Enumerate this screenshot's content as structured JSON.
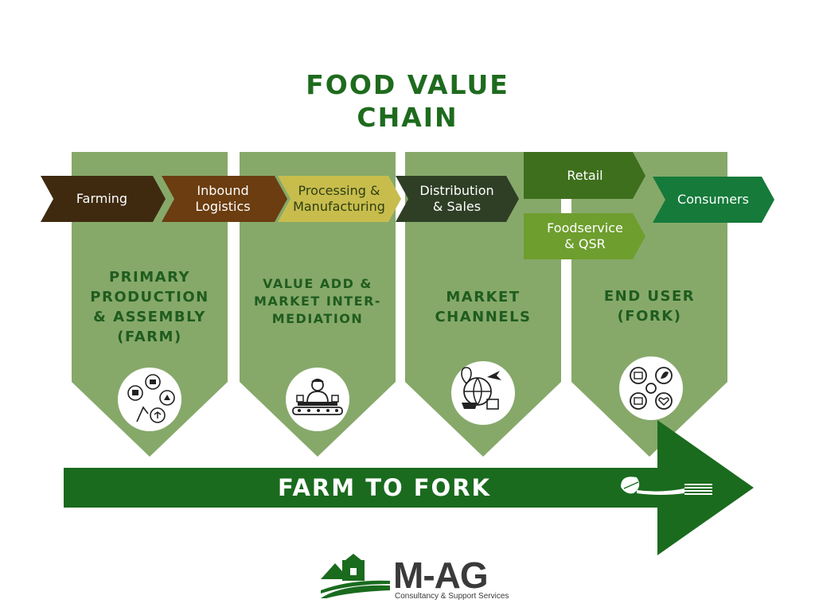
{
  "title": {
    "line1": "FOOD VALUE",
    "line2": "CHAIN"
  },
  "colors": {
    "column": "#86a96a",
    "dark_green": "#1a6b1e",
    "farming": "#3f2a10",
    "inbound": "#6b3d10",
    "processing": "#c8bd4c",
    "distribution": "#2f3f26",
    "retail": "#3e6f1c",
    "foodservice": "#6e9e2e",
    "consumers": "#157a3a"
  },
  "steps": {
    "farming": {
      "lines": [
        "Farming"
      ]
    },
    "inbound": {
      "lines": [
        "Inbound",
        "Logistics"
      ]
    },
    "processing": {
      "lines": [
        "Processing &",
        "Manufacturing"
      ]
    },
    "distribution": {
      "lines": [
        "Distribution",
        "& Sales"
      ]
    },
    "retail": {
      "lines": [
        "Retail"
      ]
    },
    "foodservice": {
      "lines": [
        "Foodservice",
        "& QSR"
      ]
    },
    "consumers": {
      "lines": [
        "Consumers"
      ]
    }
  },
  "columns": {
    "farm": {
      "lines": [
        "PRIMARY",
        "PRODUCTION",
        "& ASSEMBLY",
        "(FARM)"
      ],
      "icon": "farm-icon"
    },
    "value": {
      "lines": [
        "VALUE ADD &",
        "MARKET INTER-",
        "MEDIATION"
      ],
      "icon": "conveyor-worker-icon"
    },
    "market": {
      "lines": [
        "MARKET",
        "CHANNELS"
      ],
      "icon": "global-shipping-icon"
    },
    "fork": {
      "lines": [
        "END USER",
        "(FORK)"
      ],
      "icon": "consumer-food-icon"
    }
  },
  "banner": {
    "label": "FARM TO FORK",
    "icon": "leaf-fork-icon"
  },
  "logo": {
    "name": "M-AG",
    "tagline": "Consultancy & Support Services",
    "icon": "farm-barn-logo-icon"
  }
}
